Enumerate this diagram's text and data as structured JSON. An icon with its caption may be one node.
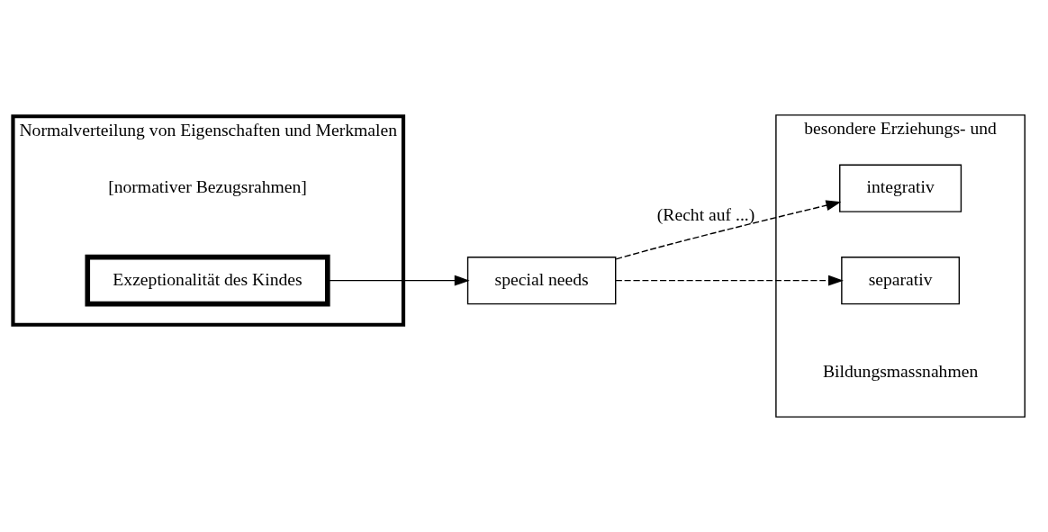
{
  "diagram": {
    "nodes": [
      {
        "text": [
          "Normalverteilung von Eigenschaften und Merkmalen"
        ],
        "beside": [
          "[normativer Bezugsrahmen]"
        ]
      },
      {
        "text": [
          "Exzeptionalität des Kindes"
        ],
        "in": 0
      },
      {
        "text": [
          "special needs"
        ]
      },
      {
        "text": [
          "besondere Erziehungs- und",
          "Bildungsmassnahmen"
        ]
      },
      {
        "text": [
          "integrativ"
        ],
        "in": 3
      },
      {
        "text": [
          "separativ"
        ],
        "in": 3
      }
    ],
    "edges": [
      {
        "from": 1,
        "to": 2,
        "arrow": "to"
      },
      {
        "from": 2,
        "to": 4,
        "arrow": "to",
        "style": "dashed",
        "label": "(Recht auf ...)"
      },
      {
        "from": 2,
        "to": 5,
        "arrow": "to",
        "style": "dashed"
      }
    ]
  }
}
